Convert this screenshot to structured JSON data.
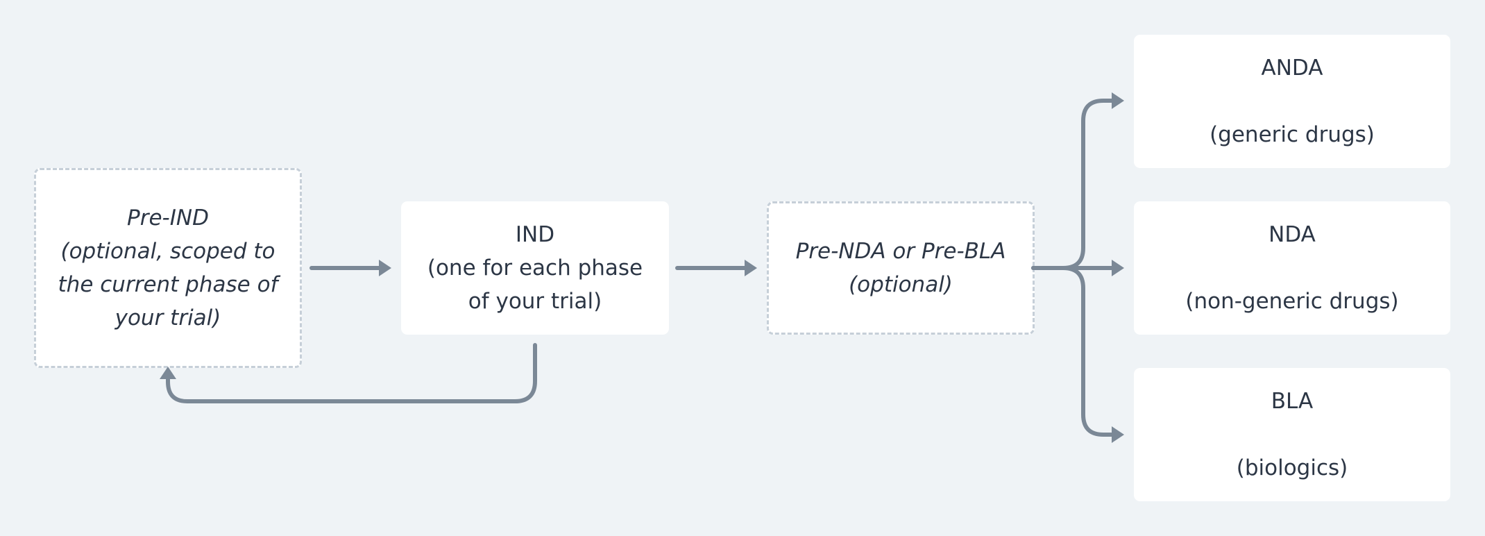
{
  "colors": {
    "background": "#eff3f6",
    "box_fill": "#ffffff",
    "dashed_border": "#c6cfd8",
    "arrow": "#7b8896",
    "text": "#2c3645"
  },
  "nodes": {
    "pre_ind": {
      "lines": [
        "Pre-IND",
        "(optional, scoped to",
        "the current phase of",
        "your trial)"
      ]
    },
    "ind": {
      "lines": [
        "IND",
        "(one for each phase",
        "of your trial)"
      ]
    },
    "pre_nda": {
      "lines": [
        "Pre-NDA or Pre-BLA",
        "(optional)"
      ]
    },
    "anda": {
      "title": "ANDA",
      "subtitle": "(generic drugs)"
    },
    "nda": {
      "title": "NDA",
      "subtitle": "(non-generic drugs)"
    },
    "bla": {
      "title": "BLA",
      "subtitle": "(biologics)"
    }
  },
  "edges": [
    {
      "from": "pre_ind",
      "to": "ind"
    },
    {
      "from": "ind",
      "to": "pre_ind"
    },
    {
      "from": "ind",
      "to": "pre_nda"
    },
    {
      "from": "pre_nda",
      "to": "anda"
    },
    {
      "from": "pre_nda",
      "to": "nda"
    },
    {
      "from": "pre_nda",
      "to": "bla"
    }
  ]
}
